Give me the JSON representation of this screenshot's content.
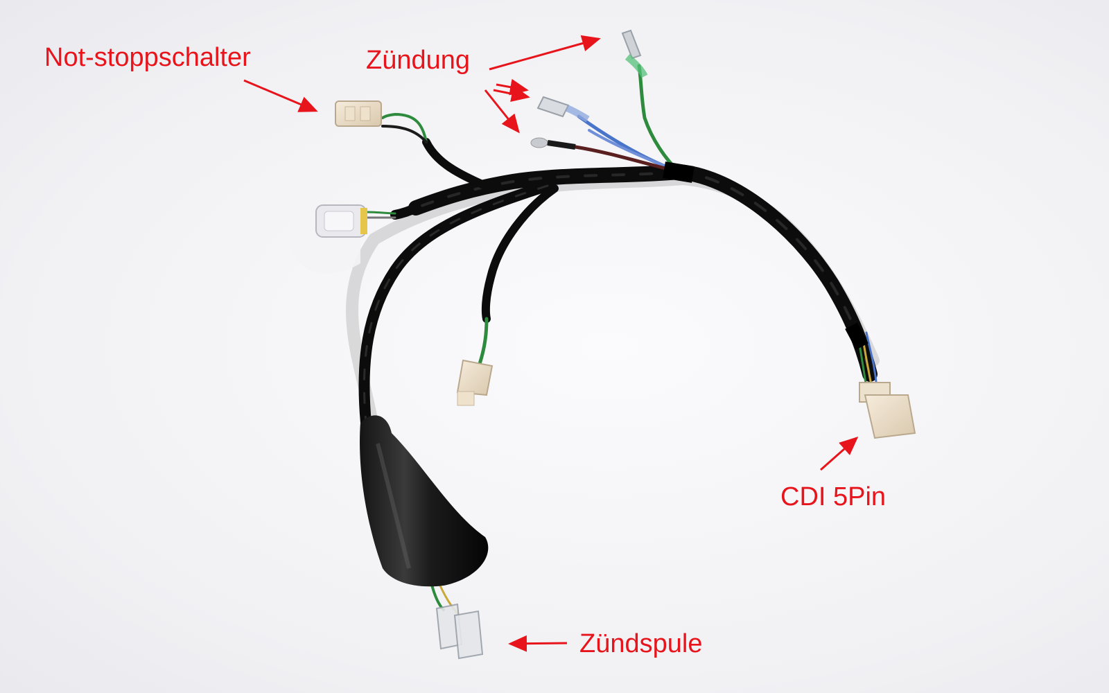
{
  "annotation_color": "#e8141b",
  "labels": {
    "kill_switch": "Not-stoppschalter",
    "ignition": "Zündung",
    "cdi": "CDI 5Pin",
    "ignition_coil": "Zündspule"
  },
  "icons": {
    "arrow": "arrow-icon"
  }
}
